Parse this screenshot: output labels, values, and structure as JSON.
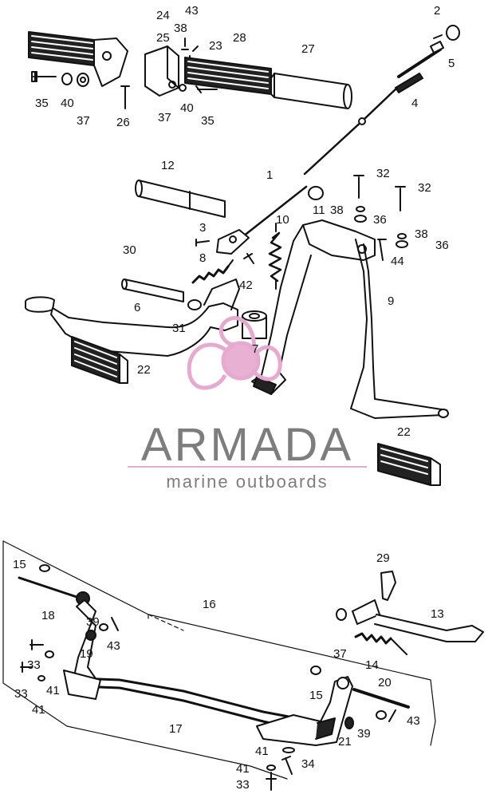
{
  "watermark": {
    "brand": "ARMADA",
    "tagline": "marine outboards",
    "text_color": "#7d7d7d",
    "accent_color": "#e6a9cf",
    "icon": "propeller-logo-icon"
  },
  "colors": {
    "ink": "#111111",
    "paper": "#ffffff"
  },
  "callouts": [
    "2",
    "24",
    "43",
    "38",
    "25",
    "23",
    "28",
    "27",
    "5",
    "35",
    "40",
    "37",
    "26",
    "37",
    "40",
    "35",
    "4",
    "12",
    "1",
    "32",
    "32",
    "3",
    "11",
    "38",
    "36",
    "10",
    "38",
    "36",
    "30",
    "8",
    "44",
    "42",
    "9",
    "6",
    "31",
    "7",
    "22",
    "22",
    "15",
    "29",
    "16",
    "18",
    "39",
    "13",
    "43",
    "37",
    "19",
    "14",
    "33",
    "41",
    "33",
    "15",
    "20",
    "41",
    "17",
    "21",
    "39",
    "43",
    "41",
    "41",
    "34",
    "33"
  ]
}
